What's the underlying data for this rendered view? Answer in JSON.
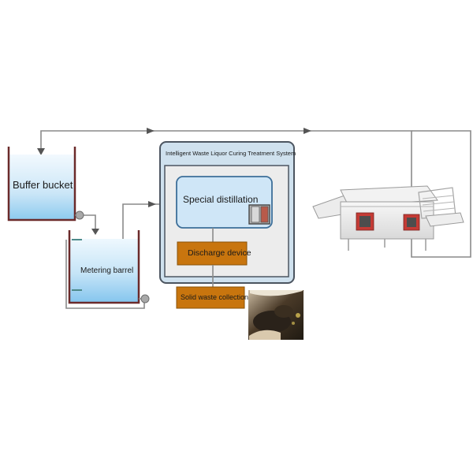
{
  "labels": {
    "buffer_bucket": "Buffer bucket",
    "metering_barrel": "Metering barrel",
    "system_title": "Intelligent Waste Liquor Curing Treatment System",
    "special_distillation": "Special distillation",
    "discharge_device": "Discharge device",
    "solid_waste_collection": "Solid waste collection"
  },
  "colors": {
    "pipe": "#8a8a8a",
    "tank_wall": "#6b2a2a",
    "water_light": "#e6f4fc",
    "water_dark": "#9fd0ee",
    "system_border": "#4c5560",
    "system_fill": "#cfe1ee",
    "distill_border": "#3d6f99",
    "distill_fill": "#cfe6f7",
    "device_fill": "#c8750e",
    "arrow": "#555555"
  }
}
